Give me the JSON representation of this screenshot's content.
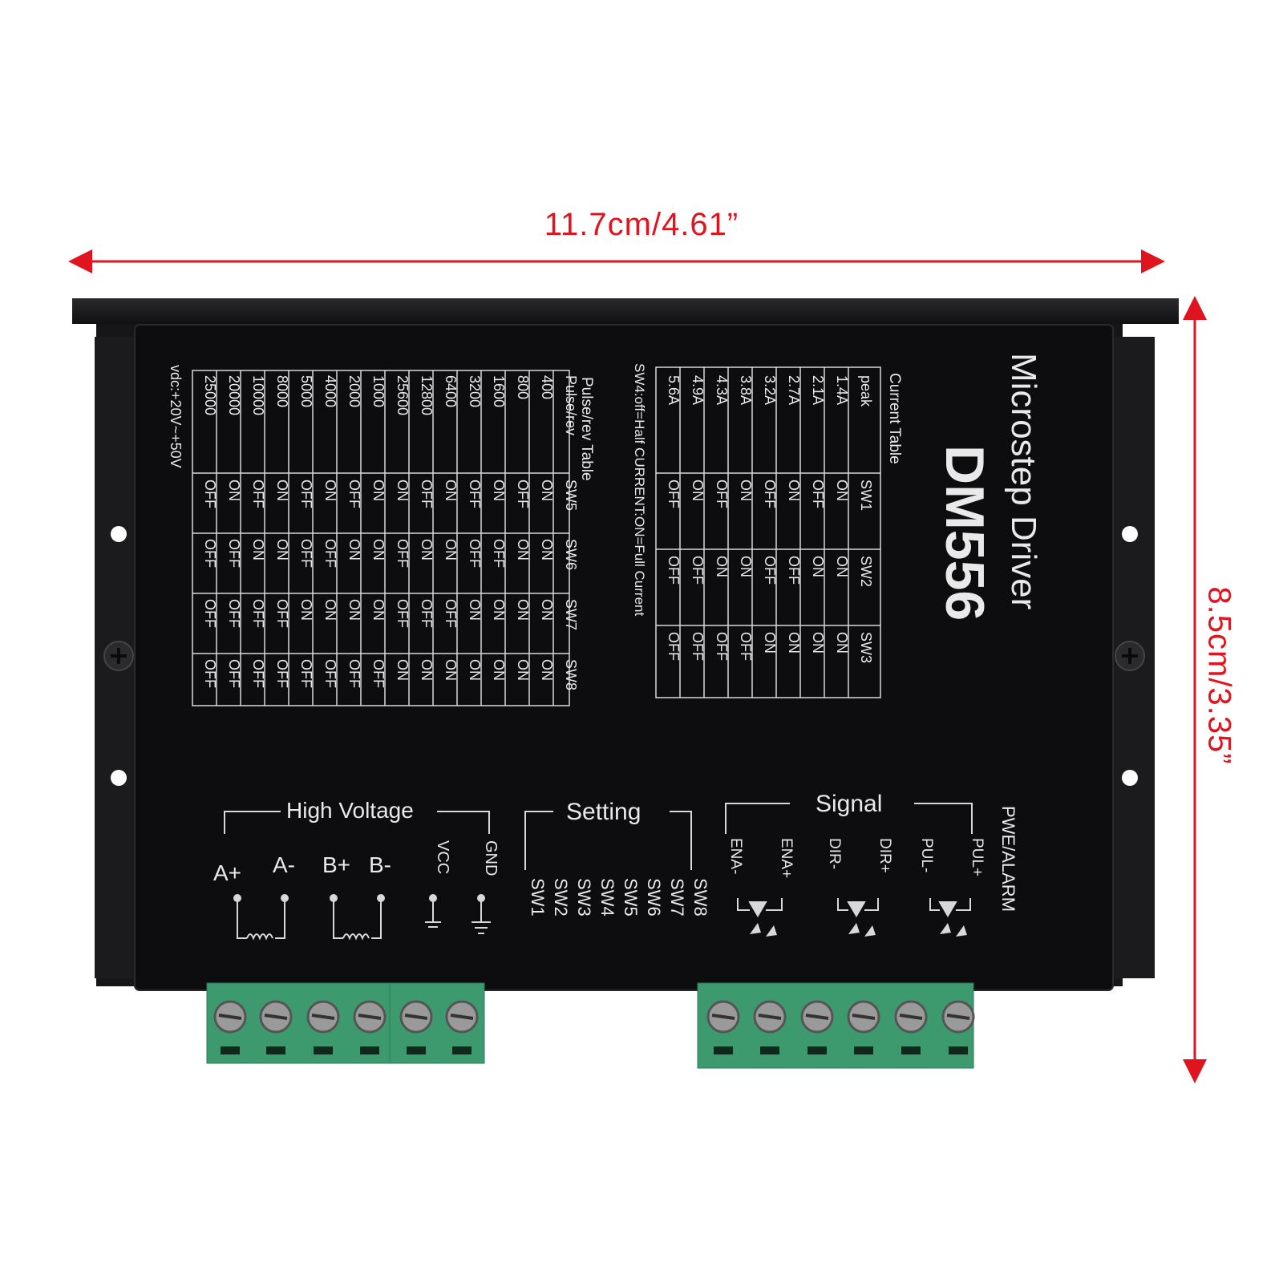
{
  "dimensions": {
    "width": "11.7cm/4.61”",
    "height": "8.5cm/3.35”",
    "arrow_color": "#e0141e"
  },
  "driver": {
    "title": "Microstep Driver",
    "model": "DM556",
    "body_color": "#0d0d0f",
    "terminal_color": "#3c9a6e"
  },
  "pulse_table": {
    "caption": "Pulse/rev Table",
    "headers": [
      "Pulse/rev",
      "SW5",
      "SW6",
      "SW7",
      "SW8"
    ],
    "rows": [
      [
        "400",
        "ON",
        "ON",
        "ON",
        "ON"
      ],
      [
        "800",
        "OFF",
        "ON",
        "ON",
        "ON"
      ],
      [
        "1600",
        "ON",
        "OFF",
        "ON",
        "ON"
      ],
      [
        "3200",
        "OFF",
        "OFF",
        "ON",
        "ON"
      ],
      [
        "6400",
        "ON",
        "ON",
        "OFF",
        "ON"
      ],
      [
        "12800",
        "OFF",
        "ON",
        "OFF",
        "ON"
      ],
      [
        "25600",
        "ON",
        "OFF",
        "OFF",
        "ON"
      ],
      [
        "1000",
        "ON",
        "ON",
        "ON",
        "OFF"
      ],
      [
        "2000",
        "OFF",
        "ON",
        "ON",
        "OFF"
      ],
      [
        "4000",
        "ON",
        "OFF",
        "ON",
        "OFF"
      ],
      [
        "5000",
        "OFF",
        "OFF",
        "ON",
        "OFF"
      ],
      [
        "8000",
        "ON",
        "ON",
        "OFF",
        "OFF"
      ],
      [
        "10000",
        "OFF",
        "ON",
        "OFF",
        "OFF"
      ],
      [
        "20000",
        "ON",
        "OFF",
        "OFF",
        "OFF"
      ],
      [
        "25000",
        "OFF",
        "OFF",
        "OFF",
        "OFF"
      ]
    ],
    "voltage_note": "vdc:+20V~+50V"
  },
  "current_table": {
    "caption": "Current Table",
    "headers": [
      "peak",
      "SW1",
      "SW2",
      "SW3"
    ],
    "rows": [
      [
        "1.4A",
        "ON",
        "ON",
        "ON"
      ],
      [
        "2.1A",
        "OFF",
        "ON",
        "ON"
      ],
      [
        "2.7A",
        "ON",
        "OFF",
        "ON"
      ],
      [
        "3.2A",
        "OFF",
        "OFF",
        "ON"
      ],
      [
        "3.8A",
        "ON",
        "ON",
        "OFF"
      ],
      [
        "4.3A",
        "OFF",
        "ON",
        "OFF"
      ],
      [
        "4.9A",
        "ON",
        "OFF",
        "OFF"
      ],
      [
        "5.6A",
        "OFF",
        "OFF",
        "OFF"
      ]
    ],
    "note": "SW4:off=Half CURRENT:ON=Full Current"
  },
  "connectors": {
    "high_voltage_label": "High Voltage",
    "high_voltage_pins": [
      "A+",
      "A-",
      "B+",
      "B-",
      "VCC",
      "GND"
    ],
    "setting_label": "Setting",
    "setting_switches": [
      "SW8",
      "SW7",
      "SW6",
      "SW5",
      "SW4",
      "SW3",
      "SW2",
      "SW1"
    ],
    "signal_label": "Signal",
    "signal_pins": [
      "ENA-",
      "ENA+",
      "DIR-",
      "DIR+",
      "PUL-",
      "PUL+"
    ],
    "alarm_label": "PWE/ALARM"
  }
}
